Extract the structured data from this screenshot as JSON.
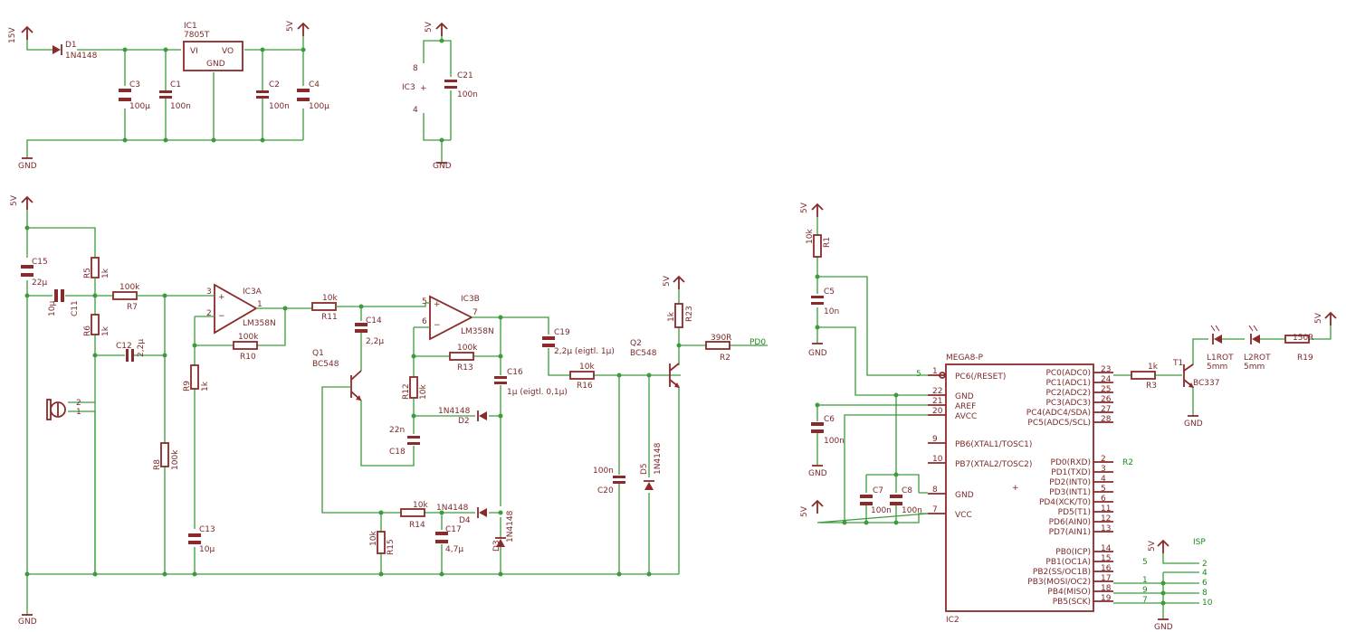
{
  "labels": {
    "ic1": "IC1",
    "ic1_type": "7805T",
    "ic1_vi": "VI",
    "ic1_vo": "VO",
    "ic1_gnd": "GND",
    "p15v": "15V",
    "p5v": "5V",
    "gnd": "GND",
    "d1": "D1",
    "d1_type": "1N4148",
    "c3": "C3",
    "c3_val": "100µ",
    "c1": "C1",
    "c1_val": "100n",
    "c2": "C2",
    "c2_val": "100n",
    "c4": "C4",
    "c4_val": "100µ",
    "ic3p": "IC3",
    "c21": "C21",
    "c21_val": "100n",
    "c15": "C15",
    "c15_val": "22µ",
    "c11": "C11",
    "c11_val": "10µ",
    "r5": "R5",
    "r5_val": "1k",
    "r6": "R6",
    "r6_val": "1k",
    "r7": "R7",
    "r7_val": "100k",
    "c12": "C12",
    "c12_val": "2,2µ",
    "r8": "R8",
    "r8_val": "100k",
    "ic3a": "IC3A",
    "ic3a_type": "LM358N",
    "r10": "R10",
    "r10_val": "100k",
    "r9": "R9",
    "r9_val": "1k",
    "c13": "C13",
    "c13_val": "10µ",
    "r11": "R11",
    "r11_val": "10k",
    "c14": "C14",
    "c14_val": "2,2µ",
    "q1": "Q1",
    "q1_type": "BC548",
    "ic3b": "IC3B",
    "ic3b_type": "LM358N",
    "r13": "R13",
    "r13_val": "100k",
    "r12": "R12",
    "r12_val": "10k",
    "c16": "C16",
    "c16_val": "1µ (eigtl. 0,1µ)",
    "d2": "D2",
    "d2_type": "1N4148",
    "c18": "C18",
    "c18_val": "22n",
    "r14": "R14",
    "r14_val": "10k",
    "d4": "D4",
    "d4_type": "1N4148",
    "r15": "R15",
    "r15_val": "10k",
    "c17": "C17",
    "c17_val": "4,7µ",
    "d3": "D3",
    "d3_type": "1N4148",
    "c19": "C19",
    "c19_val": "2,2µ (eigtl. 1µ)",
    "r16": "R16",
    "r16_val": "10k",
    "c20": "C20",
    "c20_val": "100n",
    "d5": "D5",
    "d5_type": "1N4148",
    "q2": "Q2",
    "q2_type": "BC548",
    "r23": "R23",
    "r23_val": "1k",
    "r2": "R2",
    "r2_val": "390R",
    "pd0": "PD0",
    "r1": "R1",
    "r1_val": "10k",
    "c5": "C5",
    "c5_val": "10n",
    "c6": "C6",
    "c6_val": "100n",
    "c7": "C7",
    "c7_val": "100n",
    "c8": "C8",
    "c8_val": "100n",
    "ic2": "IC2",
    "ic2_type": "MEGA8-P",
    "r3": "R3",
    "r3_val": "1k",
    "t1": "T1",
    "t1_type": "BC337",
    "l1": "L1ROT",
    "l1_val": "5mm",
    "l2": "L2ROT",
    "l2_val": "5mm",
    "r19": "R19",
    "r19_val": "150R",
    "isp": "ISP",
    "lbl_r2": "R2",
    "lbl_5": "5"
  },
  "mega_left_pins": [
    {
      "num": "1",
      "name": "PC6(/RESET)"
    },
    {
      "num": "22",
      "name": "GND"
    },
    {
      "num": "21",
      "name": "AREF"
    },
    {
      "num": "20",
      "name": "AVCC"
    },
    {
      "num": "9",
      "name": "PB6(XTAL1/TOSC1)"
    },
    {
      "num": "10",
      "name": "PB7(XTAL2/TOSC2)"
    },
    {
      "num": "8",
      "name": "GND"
    },
    {
      "num": "7",
      "name": "VCC"
    }
  ],
  "mega_right_pins": [
    {
      "num": "23",
      "name": "PC0(ADC0)"
    },
    {
      "num": "24",
      "name": "PC1(ADC1)"
    },
    {
      "num": "25",
      "name": "PC2(ADC2)"
    },
    {
      "num": "26",
      "name": "PC3(ADC3)"
    },
    {
      "num": "27",
      "name": "PC4(ADC4/SDA)"
    },
    {
      "num": "28",
      "name": "PC5(ADC5/SCL)"
    },
    {
      "num": "2",
      "name": "PD0(RXD)"
    },
    {
      "num": "3",
      "name": "PD1(TXD)"
    },
    {
      "num": "4",
      "name": "PD2(INT0)"
    },
    {
      "num": "5",
      "name": "PD3(INT1)"
    },
    {
      "num": "6",
      "name": "PD4(XCK/T0)"
    },
    {
      "num": "11",
      "name": "PD5(T1)"
    },
    {
      "num": "12",
      "name": "PD6(AIN0)"
    },
    {
      "num": "13",
      "name": "PD7(AIN1)"
    },
    {
      "num": "14",
      "name": "PB0(ICP)"
    },
    {
      "num": "15",
      "name": "PB1(OC1A)"
    },
    {
      "num": "16",
      "name": "PB2(SS/OC1B)"
    },
    {
      "num": "17",
      "name": "PB3(MOSI/OC2)"
    },
    {
      "num": "18",
      "name": "PB4(MISO)"
    },
    {
      "num": "19",
      "name": "PB5(SCK)"
    }
  ],
  "isp_pins": [
    "2",
    "4",
    "6",
    "8",
    "10"
  ],
  "isp_left_pins": [
    "1",
    "9",
    "7"
  ]
}
